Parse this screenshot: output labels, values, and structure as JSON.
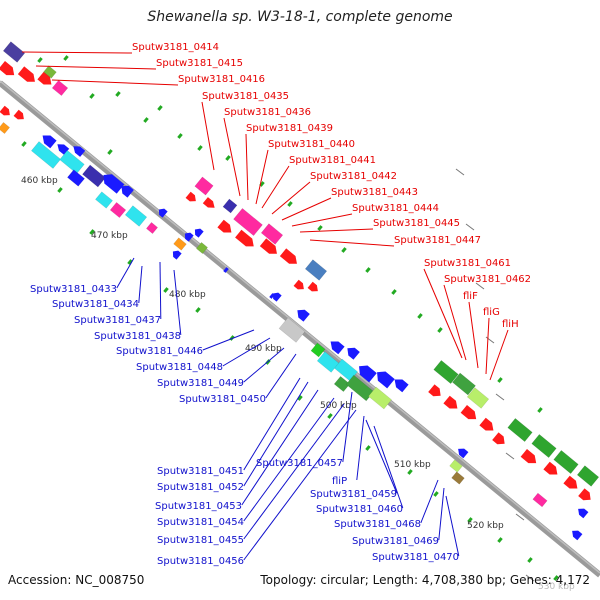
{
  "title": "Shewanella sp. W3-18-1, complete genome",
  "footer": {
    "accession": "Accession: NC_008750",
    "topology": "Topology: circular; Length: 4,708,380 bp; Genes: 4,172"
  },
  "ticks": [
    {
      "label": "460 kbp"
    },
    {
      "label": "470 kbp"
    },
    {
      "label": "480 kbp"
    },
    {
      "label": "490 kbp"
    },
    {
      "label": "500 kbp"
    },
    {
      "label": "510 kbp"
    },
    {
      "label": "520 kbp"
    },
    {
      "label": "530 kbp"
    }
  ],
  "labels_top": [
    "Sputw3181_0414",
    "Sputw3181_0415",
    "Sputw3181_0416",
    "Sputw3181_0435",
    "Sputw3181_0436",
    "Sputw3181_0439",
    "Sputw3181_0440",
    "Sputw3181_0441",
    "Sputw3181_0442",
    "Sputw3181_0443",
    "Sputw3181_0444",
    "Sputw3181_0445",
    "Sputw3181_0447",
    "Sputw3181_0461",
    "Sputw3181_0462",
    "fliF",
    "fliG",
    "fliH"
  ],
  "labels_bottom": [
    "Sputw3181_0433",
    "Sputw3181_0434",
    "Sputw3181_0437",
    "Sputw3181_0438",
    "Sputw3181_0446",
    "Sputw3181_0448",
    "Sputw3181_0449",
    "Sputw3181_0450",
    "Sputw3181_0451",
    "Sputw3181_0452",
    "Sputw3181_0453",
    "Sputw3181_0454",
    "Sputw3181_0455",
    "Sputw3181_0456",
    "Sputw3181_0457",
    "fliP",
    "Sputw3181_0459",
    "Sputw3181_0460",
    "Sputw3181_0468",
    "Sputw3181_0469",
    "Sputw3181_0470"
  ],
  "colors": {
    "top_label": "#e60000",
    "bottom_label": "#1010cc",
    "forward_cds": "#ff1a1a",
    "reverse_cds": "#1a1aff",
    "backbone": "#8a8a8a"
  }
}
